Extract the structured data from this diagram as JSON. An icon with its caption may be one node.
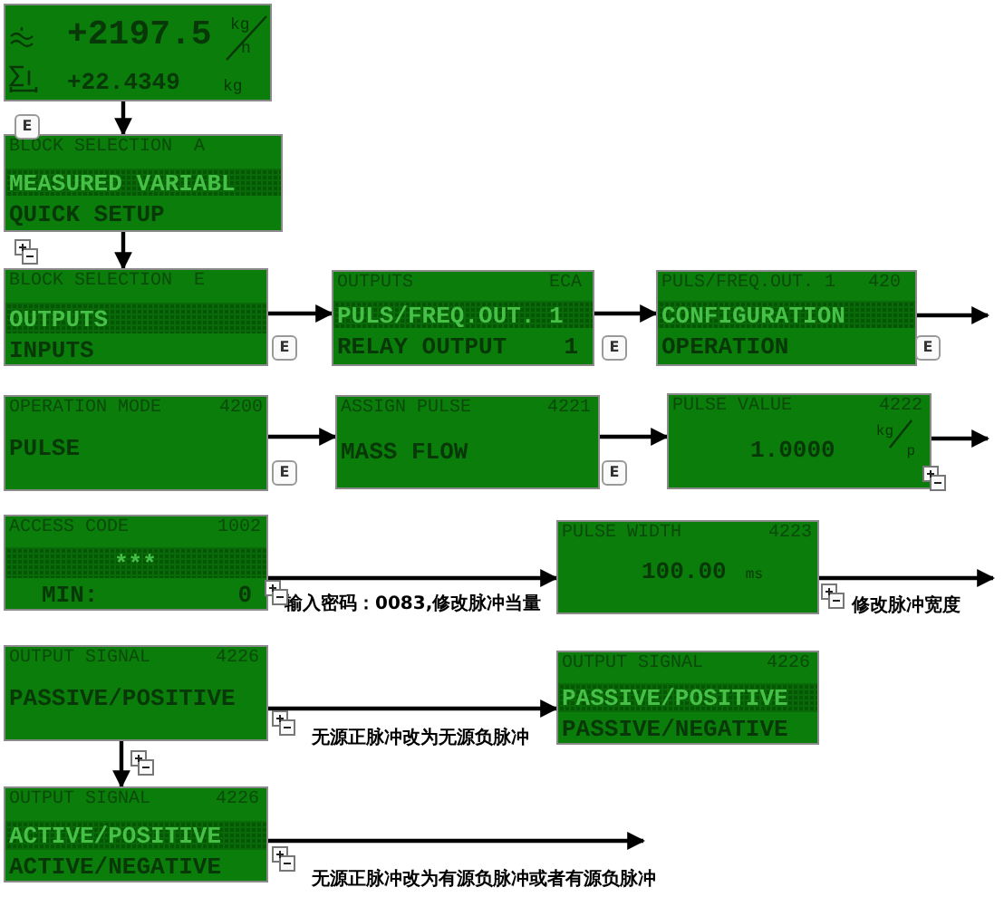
{
  "diagram": {
    "nodes": [
      {
        "text": [
          "+2197.5",
          "kg",
          "h",
          "+22.4349",
          "kg"
        ]
      },
      {
        "text": [
          "BLOCK SELECTION  A",
          "MEASURED VARIABL",
          "QUICK SETUP"
        ]
      },
      {
        "text": [
          "BLOCK SELECTION  E",
          "OUTPUTS",
          "INPUTS"
        ]
      },
      {
        "text": [
          "OUTPUTS",
          "ECA",
          "PULS/FREQ.OUT. 1",
          "RELAY OUTPUT",
          "1"
        ]
      },
      {
        "text": [
          "PULS/FREQ.OUT. 1",
          "420",
          "CONFIGURATION",
          "OPERATION"
        ]
      },
      {
        "text": [
          "OPERATION MODE",
          "4200",
          "PULSE"
        ]
      },
      {
        "text": [
          "ASSIGN PULSE",
          "4221",
          "MASS FLOW"
        ]
      },
      {
        "text": [
          "PULSE VALUE",
          "4222",
          "1.0000",
          "kg",
          "p"
        ]
      },
      {
        "text": [
          "ACCESS CODE",
          "1002",
          "***",
          "MIN:",
          "0"
        ]
      },
      {
        "text": [
          "PULSE WIDTH",
          "4223",
          "100.00",
          "ms"
        ]
      },
      {
        "text": [
          "OUTPUT SIGNAL",
          "4226",
          "PASSIVE/POSITIVE"
        ]
      },
      {
        "text": [
          "OUTPUT SIGNAL",
          "4226",
          "PASSIVE/POSITIVE",
          "PASSIVE/NEGATIVE"
        ]
      },
      {
        "text": [
          "OUTPUT SIGNAL",
          "4226",
          "ACTIVE/POSITIVE",
          "ACTIVE/NEGATIVE"
        ]
      }
    ],
    "edges": [
      {
        "from": 0,
        "to": 1,
        "arrow": "to"
      },
      {
        "from": 1,
        "to": 2,
        "arrow": "to"
      },
      {
        "from": 2,
        "to": 3,
        "arrow": "to"
      },
      {
        "from": 3,
        "to": 4,
        "arrow": "to"
      },
      {
        "from": 4,
        "to": null,
        "arrow": "to"
      },
      {
        "from": 5,
        "to": 6,
        "arrow": "to"
      },
      {
        "from": 6,
        "to": 7,
        "arrow": "to"
      },
      {
        "from": 7,
        "to": null,
        "arrow": "to"
      },
      {
        "from": 8,
        "to": 9,
        "arrow": "to",
        "label": "输入密码：0083,修改脉冲当量"
      },
      {
        "from": 9,
        "to": null,
        "arrow": "to",
        "label": "修改脉冲宽度"
      },
      {
        "from": 10,
        "to": 11,
        "arrow": "to",
        "label": "无源正脉冲改为无源负脉冲"
      },
      {
        "from": 10,
        "to": 12,
        "arrow": "to"
      },
      {
        "from": 12,
        "to": null,
        "arrow": "to",
        "label": "无源正脉冲改为有源负脉冲或者有源负脉冲"
      }
    ],
    "labels": [
      "E",
      "E",
      "E",
      "E",
      "E",
      "E"
    ]
  }
}
